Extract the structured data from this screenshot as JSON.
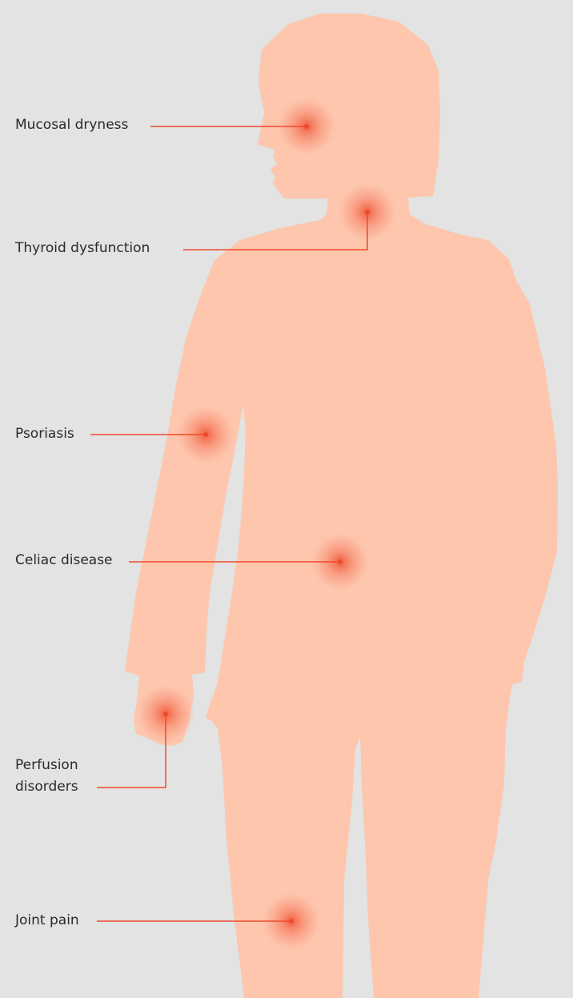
{
  "colors": {
    "background": "#e2e3e2",
    "silhouette": "#fdc6ad",
    "marker": "#ef4a2d",
    "text": "#2a2a2a"
  },
  "symptoms": [
    {
      "id": "mucosal",
      "label": "Mucosal dryness",
      "body_region": "face"
    },
    {
      "id": "thyroid",
      "label": "Thyroid dysfunction",
      "body_region": "neck"
    },
    {
      "id": "psoriasis",
      "label": "Psoriasis",
      "body_region": "upper-arm"
    },
    {
      "id": "celiac",
      "label": "Celiac disease",
      "body_region": "abdomen"
    },
    {
      "id": "perfusion",
      "label": "Perfusion\ndisorders",
      "body_region": "hand"
    },
    {
      "id": "joint",
      "label": "Joint pain",
      "body_region": "knee"
    }
  ]
}
